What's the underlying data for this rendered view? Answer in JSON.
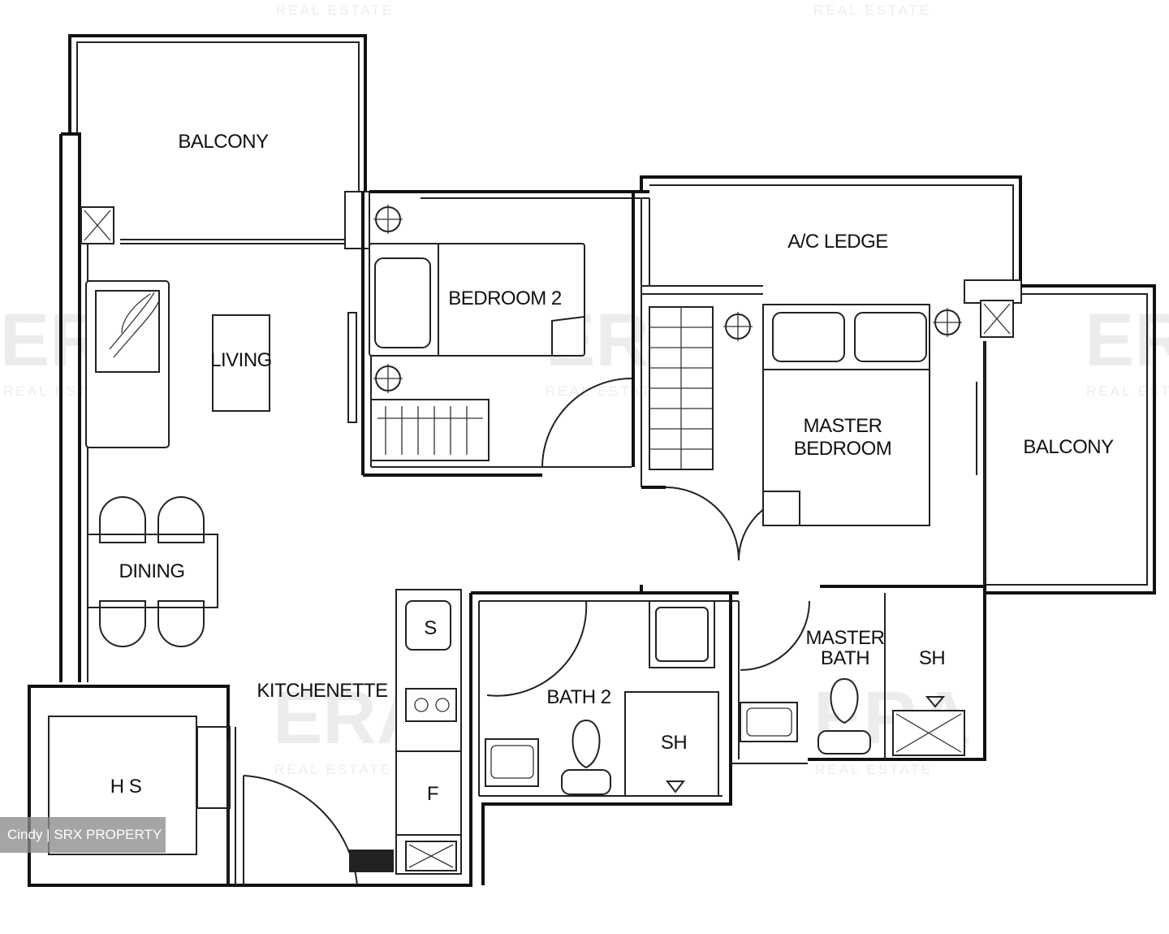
{
  "rooms": {
    "balcony_left": "BALCONY",
    "bedroom_2": "BEDROOM 2",
    "ac_ledge": "A/C LEDGE",
    "living": "LIVING",
    "master_bedroom_line1": "MASTER",
    "master_bedroom_line2": "BEDROOM",
    "balcony_right": "BALCONY",
    "dining": "DINING",
    "kitchenette": "KITCHENETTE",
    "bath_2": "BATH 2",
    "master_bath_line1": "MASTER",
    "master_bath_line2": "BATH",
    "household_shelter": "H S",
    "bath_2_shower": "SH",
    "master_bath_shower": "SH",
    "sink_marker": "S",
    "fridge_marker": "F"
  },
  "watermark": {
    "brand": "ERA",
    "tagline": "REAL ESTATE"
  },
  "credit": "Cindy | SRX PROPERTY"
}
